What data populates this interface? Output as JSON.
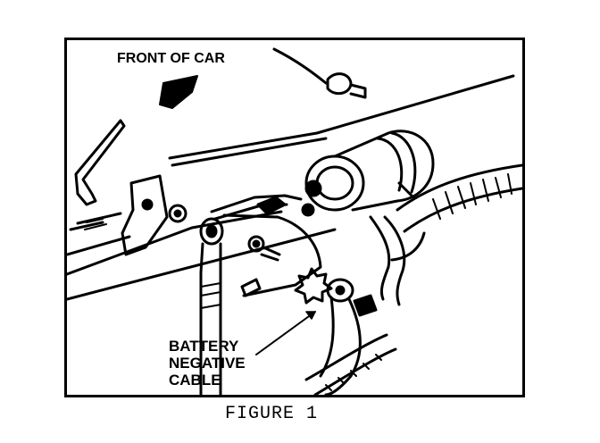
{
  "figure": {
    "caption": "FIGURE 1",
    "front_label": "FRONT OF CAR",
    "cable_label_lines": [
      "BATTERY",
      "NEGATIVE",
      "CABLE"
    ]
  },
  "colors": {
    "ink": "#000000",
    "paper": "#ffffff"
  },
  "icons": {
    "direction_arrow": "front-arrow-icon"
  }
}
